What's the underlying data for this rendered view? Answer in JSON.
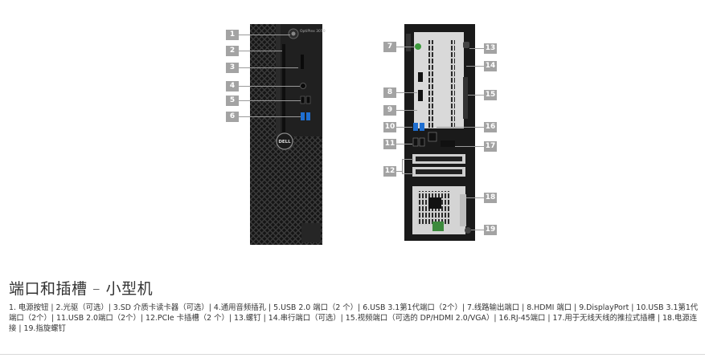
{
  "callouts": [
    "1",
    "2",
    "3",
    "4",
    "5",
    "6",
    "7",
    "8",
    "9",
    "10",
    "11",
    "12",
    "13",
    "14",
    "15",
    "16",
    "17",
    "18",
    "19"
  ],
  "logo_text": "DELL",
  "model_text": "OptiPlex 3070",
  "colors": {
    "chassis": "#1c1c1c",
    "callout_bg": "#a3a3a3",
    "port_blue": "#1f6fd1",
    "audio_green": "#3c9a3c"
  },
  "section": {
    "title": "端口和插槽 – 小型机",
    "legend": "1. 电源按钮 | 2.光驱（可选）| 3.SD 介质卡读卡器（可选）| 4.通用音频插孔 | 5.USB 2.0 端口（2 个）| 6.USB 3.1第1代端口（2个）| 7.线路输出端口 | 8.HDMI 端口 | 9.DisplayPort | 10.USB 3.1第1代端口（2个）| 11.USB 2.0端口（2个）| 12.PCIe 卡插槽（2 个）| 13.螺钉 | 14.串行端口（可选）| 15.视频端口（可选的 DP/HDMI 2.0/VGA）| 16.RJ-45端口 | 17.用于无线天线的推拉式插槽 | 18.电源连接 | 19.指旋螺钉"
  }
}
